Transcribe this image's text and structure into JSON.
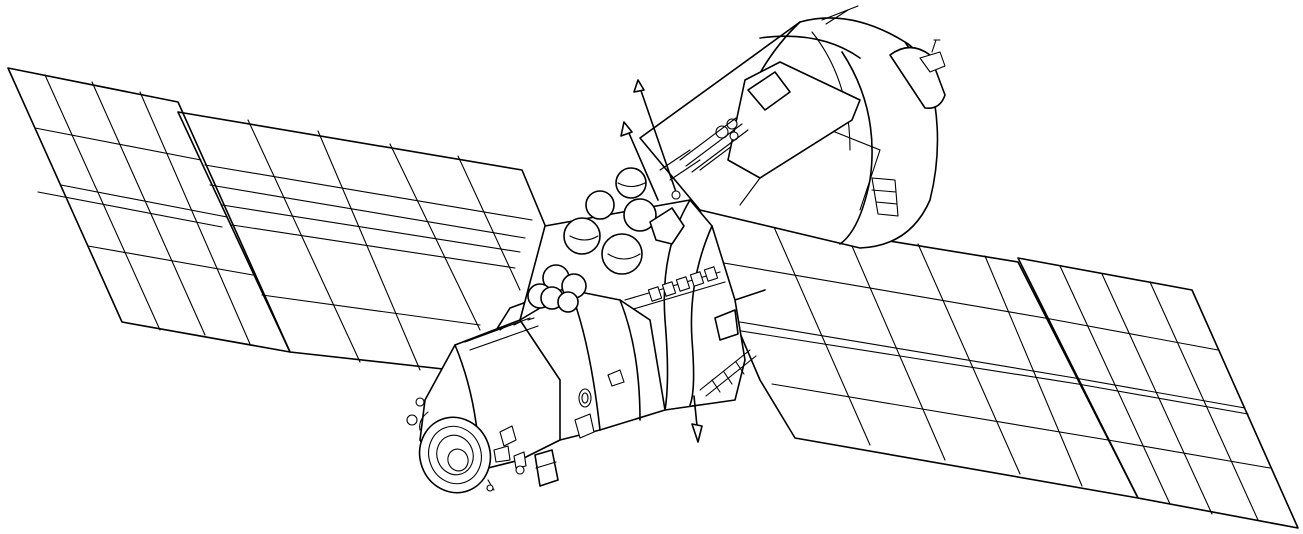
{
  "figure": {
    "subject": "spacecraft",
    "line_color": "#000000",
    "background_color": "#ffffff",
    "parts": [
      "left-solar-array",
      "right-solar-array",
      "main-body",
      "service-module",
      "propellant-tanks",
      "antennas",
      "docking-port"
    ]
  }
}
